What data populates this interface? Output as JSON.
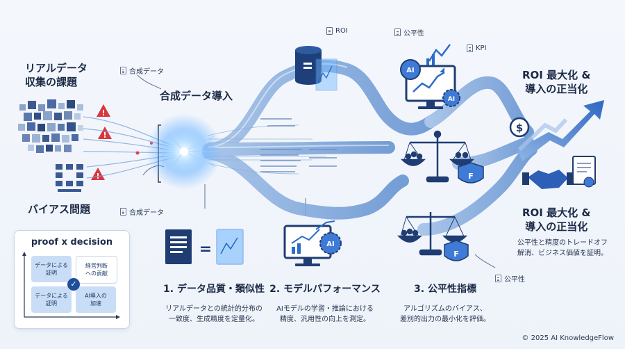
{
  "headings": {
    "real_data": "リアルデータ\n収集の課題",
    "bias": "バイアス問題",
    "synthetic_intro": "合成データ導入",
    "roi_top": "ROI 最大化 &\n導入の正当化",
    "roi_bottom": "ROI 最大化 &\n導入の正当化",
    "roi_bottom_desc": "公平性と精度のトレードオフ\n解消、ビジネス価値を証明。"
  },
  "tags": {
    "synthetic_top": "合成データ",
    "synthetic_bottom": "合成データ",
    "roi": "ROI",
    "fairness_top": "公平性",
    "kpi": "KPI",
    "fairness_bottom": "公平性"
  },
  "steps": [
    {
      "title": "1. データ品質・類似性",
      "desc": "リアルデータとの統計的分布の\n一致度、生成精度を定量化。"
    },
    {
      "title": "2. モデルパフォーマンス",
      "desc": "AIモデルの学習・推論における\n精度、汎用性の向上を測定。"
    },
    {
      "title": "3. 公平性指標",
      "desc": "アルゴリズムのバイアス、\n差別的出力の最小化を評価。"
    }
  ],
  "matrix": {
    "title": "proof x decision",
    "cells": [
      "データによる\n証明",
      "経営判断\nへの貢献",
      "データによる\n証明",
      "AI導入の\n加速"
    ]
  },
  "icons": {
    "ai_label": "AI",
    "f_label": "F",
    "dollar": "$",
    "equals": "="
  },
  "footer": "© 2025 AI KnowledgeFlow"
}
